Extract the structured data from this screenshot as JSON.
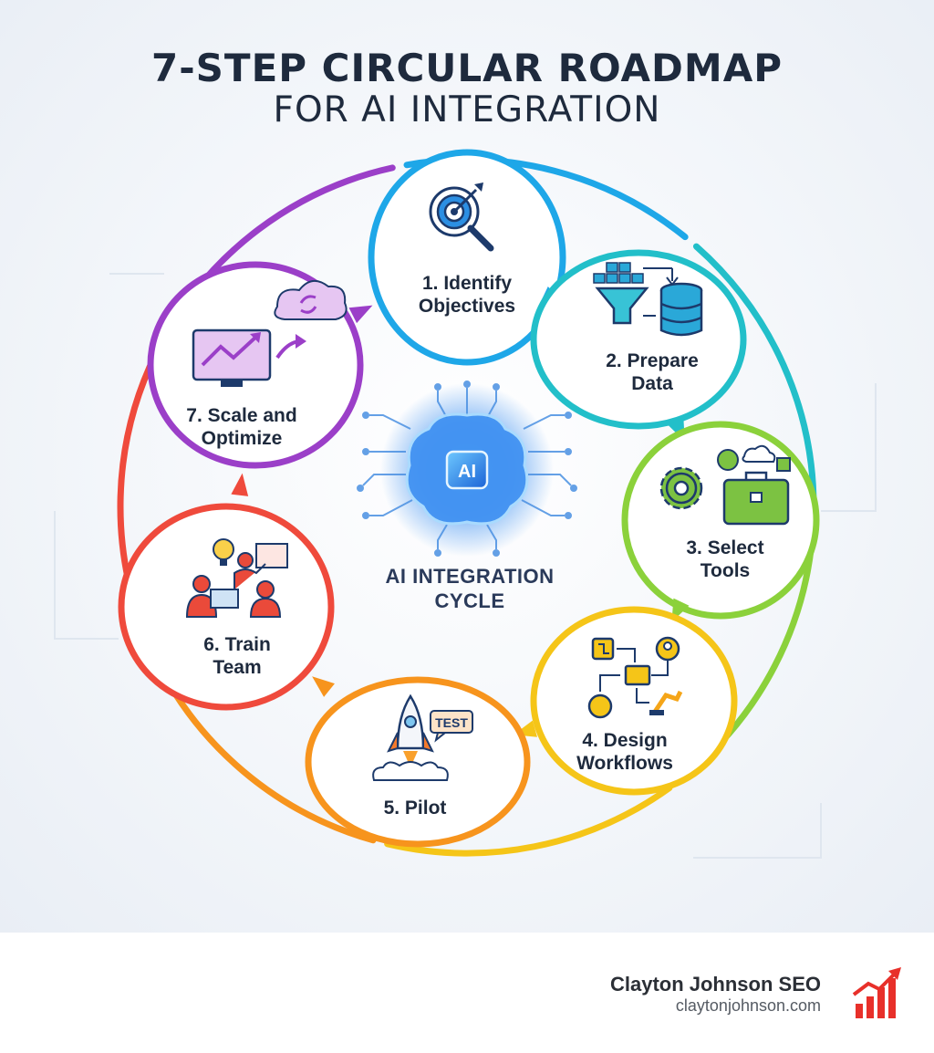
{
  "title": {
    "line1": "7-STEP CIRCULAR ROADMAP",
    "line2": "FOR AI INTEGRATION"
  },
  "center": {
    "chip_text": "AI",
    "label_line1": "AI INTEGRATION",
    "label_line2": "CYCLE"
  },
  "steps": [
    {
      "line1": "1. Identify",
      "line2": "Objectives",
      "color": "#1ea7e8",
      "icon": "target-search-icon"
    },
    {
      "line1": "2. Prepare",
      "line2": "Data",
      "color": "#22bfc9",
      "icon": "data-funnel-database-icon"
    },
    {
      "line1": "3. Select",
      "line2": "Tools",
      "color": "#8bd13b",
      "icon": "tools-toolbox-icon"
    },
    {
      "line1": "4. Design",
      "line2": "Workflows",
      "color": "#f5c518",
      "icon": "workflow-icon"
    },
    {
      "line1": "5. Pilot",
      "line2": "",
      "color": "#f7941d",
      "icon": "rocket-test-icon"
    },
    {
      "line1": "6. Train",
      "line2": "Team",
      "color": "#ef4a3c",
      "icon": "training-team-icon"
    },
    {
      "line1": "7. Scale and",
      "line2": "Optimize",
      "color": "#9b3fc8",
      "icon": "scale-cloud-monitor-icon"
    }
  ],
  "icon_text": {
    "test_badge": "TEST"
  },
  "footer": {
    "brand_name": "Clayton Johnson SEO",
    "brand_url": "claytonjohnson.com",
    "logo_icon": "bar-chart-arrow-logo-icon",
    "logo_color": "#e8302a"
  }
}
